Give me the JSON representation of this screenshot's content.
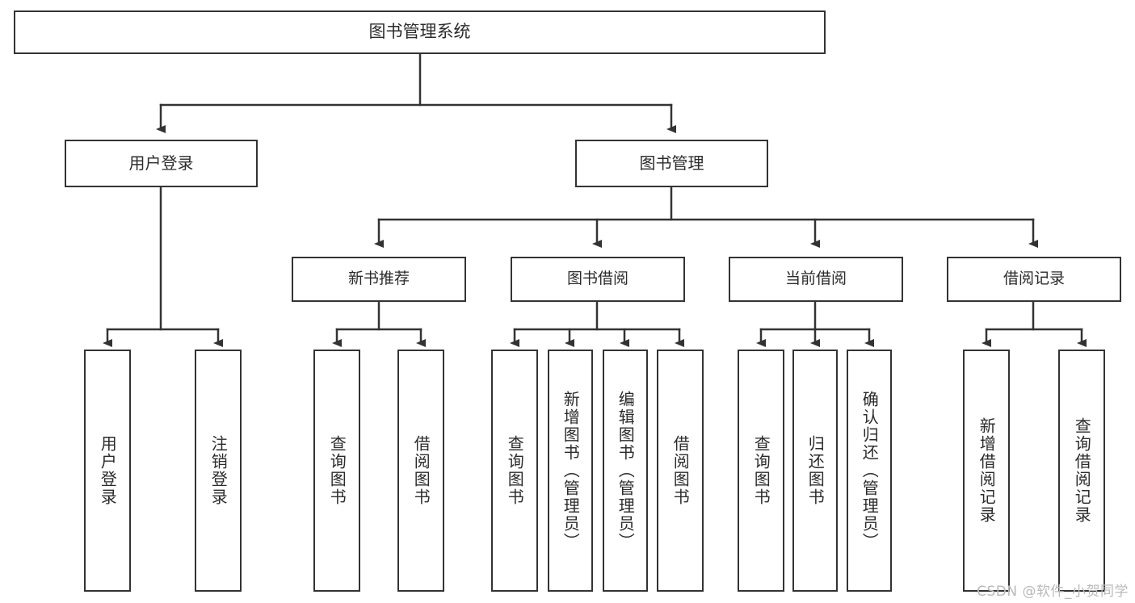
{
  "diagram": {
    "title": "图书管理系统",
    "type": "tree",
    "orientation": "top-down",
    "colors": {
      "box_border": "#333333",
      "box_fill": "#ffffff",
      "connector": "#333333",
      "text": "#2b2b2b",
      "watermark": "#b9b9b9",
      "background": "#ffffff"
    },
    "watermark": "CSDN @软件_小贺同学"
  },
  "nodes": {
    "root": {
      "label": "图书管理系统",
      "level": 0
    },
    "user_login": {
      "label": "用户登录",
      "level": 1
    },
    "book_manage": {
      "label": "图书管理",
      "level": 1
    },
    "new_book_rec": {
      "label": "新书推荐",
      "level": 2
    },
    "book_borrow": {
      "label": "图书借阅",
      "level": 2
    },
    "current_borrow": {
      "label": "当前借阅",
      "level": 2
    },
    "borrow_record": {
      "label": "借阅记录",
      "level": 2
    },
    "leaf_user_login": {
      "label": "用户登录",
      "level": 3
    },
    "leaf_logout": {
      "label": "注销登录",
      "level": 3
    },
    "leaf_query_book_1": {
      "label": "查询图书",
      "level": 3
    },
    "leaf_borrow_book_1": {
      "label": "借阅图书",
      "level": 3
    },
    "leaf_query_book_2": {
      "label": "查询图书",
      "level": 3
    },
    "leaf_add_book": {
      "label": "新增图书（管理员）",
      "level": 3
    },
    "leaf_edit_book": {
      "label": "编辑图书（管理员）",
      "level": 3
    },
    "leaf_borrow_book_2": {
      "label": "借阅图书",
      "level": 3
    },
    "leaf_query_book_3": {
      "label": "查询图书",
      "level": 3
    },
    "leaf_return_book": {
      "label": "归还图书",
      "level": 3
    },
    "leaf_confirm_return": {
      "label": "确认归还（管理员）",
      "level": 3
    },
    "leaf_add_record": {
      "label": "新增借阅记录",
      "level": 3
    },
    "leaf_query_record": {
      "label": "查询借阅记录",
      "level": 3
    }
  },
  "hierarchy": [
    {
      "label": "图书管理系统",
      "children": [
        {
          "label": "用户登录",
          "children": [
            {
              "label": "用户登录"
            },
            {
              "label": "注销登录"
            }
          ]
        },
        {
          "label": "图书管理",
          "children": [
            {
              "label": "新书推荐",
              "children": [
                {
                  "label": "查询图书"
                },
                {
                  "label": "借阅图书"
                }
              ]
            },
            {
              "label": "图书借阅",
              "children": [
                {
                  "label": "查询图书"
                },
                {
                  "label": "新增图书（管理员）"
                },
                {
                  "label": "编辑图书（管理员）"
                },
                {
                  "label": "借阅图书"
                }
              ]
            },
            {
              "label": "当前借阅",
              "children": [
                {
                  "label": "查询图书"
                },
                {
                  "label": "归还图书"
                },
                {
                  "label": "确认归还（管理员）"
                }
              ]
            },
            {
              "label": "借阅记录",
              "children": [
                {
                  "label": "新增借阅记录"
                },
                {
                  "label": "查询借阅记录"
                }
              ]
            }
          ]
        }
      ]
    }
  ]
}
